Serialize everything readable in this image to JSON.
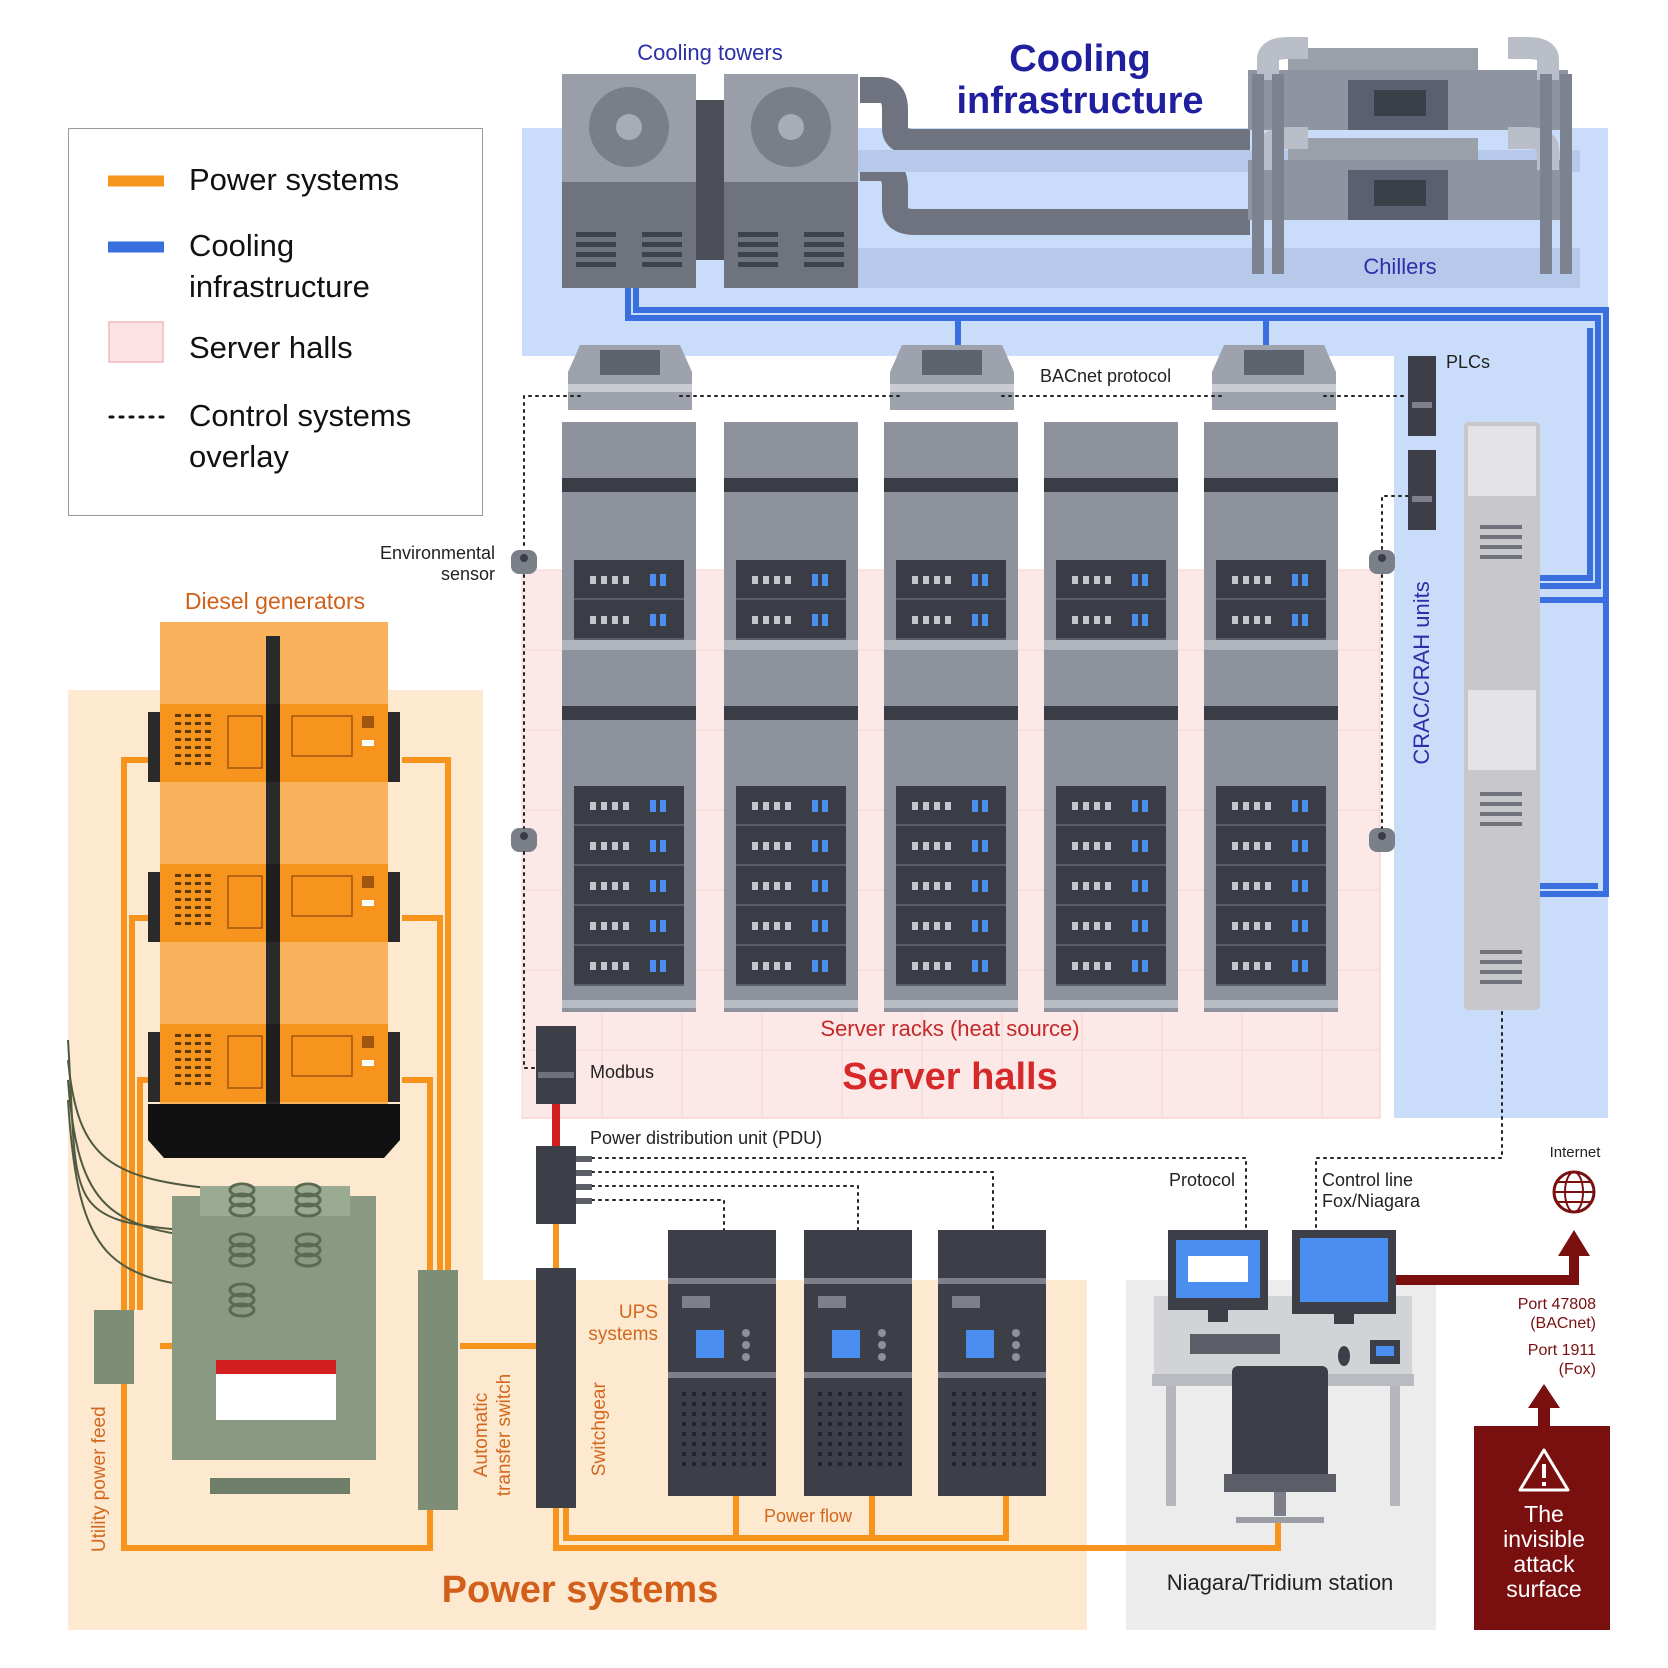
{
  "legend": {
    "items": [
      {
        "label": "Power systems",
        "color": "#f7941d",
        "kind": "line"
      },
      {
        "label": "Cooling\ninfrastructure",
        "color": "#3a6fe0",
        "kind": "line"
      },
      {
        "label": "Server halls",
        "color": "#fde3e3",
        "kind": "box"
      },
      {
        "label": "Control systems\noverlay",
        "color": "#111111",
        "kind": "dotted"
      }
    ]
  },
  "zones": {
    "cooling": {
      "title": "Cooling\ninfrastructure",
      "color": "#1f1fa0",
      "fill": "#c9dcfa"
    },
    "server": {
      "title": "Server halls",
      "color": "#d62a2a",
      "fill": "#fde8e8"
    },
    "power": {
      "title": "Power systems",
      "color": "#d2601a",
      "fill": "#fde8d0"
    },
    "station": {
      "fill": "#ececec"
    }
  },
  "labels": {
    "cooling_towers": "Cooling towers",
    "chillers": "Chillers",
    "bacnet": "BACnet protocol",
    "plcs": "PLCs",
    "env_sensor": "Environmental\nsensor",
    "crac": "CRAC/CRAH units",
    "diesel": "Diesel generators",
    "server_racks": "Server racks (heat source)",
    "modbus": "Modbus",
    "pdu": "Power distribution unit (PDU)",
    "protocol": "Protocol",
    "control_line": "Control line\nFox/Niagara",
    "internet": "Internet",
    "ups": "UPS\nsystems",
    "utility": "Utility power feed",
    "ats": "Automatic\ntransfer switch",
    "switchgear": "Switchgear",
    "power_flow": "Power flow",
    "port_bacnet": "Port 47808\n(BACnet)",
    "port_fox": "Port 1911\n(Fox)",
    "station": "Niagara/Tridium station",
    "attack": "The\ninvisible\nattack\nsurface"
  },
  "colors": {
    "power_line": "#f7941d",
    "cooling_line": "#3a6fe0",
    "attack": "#7a0f0f",
    "rack": "#8a8d94",
    "rack_dark": "#3a3d45",
    "generator": "#f7941d",
    "transformer": "#8a9a82"
  }
}
